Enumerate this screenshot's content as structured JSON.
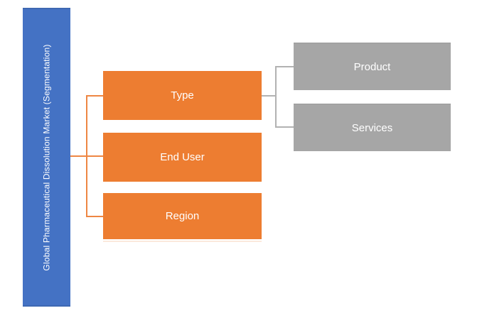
{
  "diagram": {
    "title_bar": {
      "label": "Global Pharmaceutical Dissolution Market (Segmentation)"
    },
    "segments": [
      {
        "label": "Type",
        "children": [
          {
            "label": "Product"
          },
          {
            "label": "Services"
          }
        ]
      },
      {
        "label": "End User",
        "children": []
      },
      {
        "label": "Region",
        "children": []
      }
    ],
    "colors": {
      "root_bar_fill": "#4472C4",
      "segment_fill": "#ED7D31",
      "child_fill": "#A6A6A6",
      "segment_connector": "#EE8643",
      "child_connector": "#B2B2B2",
      "label_text": "#FFFFFF",
      "background": "#FFFFFF"
    }
  }
}
